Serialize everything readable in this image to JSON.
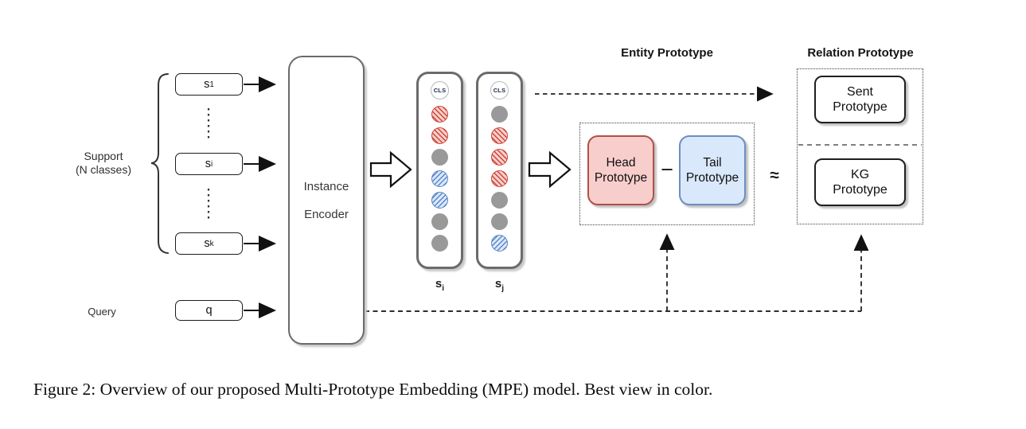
{
  "colors": {
    "red_fill": "#f8cecc",
    "red_stroke": "#b05048",
    "red_hatch": "#cc4637",
    "blue_fill": "#dae8fc",
    "blue_stroke": "#6c8ebf",
    "blue_hatch": "#5b87c5",
    "gray": "#999999"
  },
  "left": {
    "support_line1": "Support",
    "support_line2": "(N classes)",
    "query_label": "Query",
    "boxes": [
      {
        "base": "s",
        "sub": "1"
      },
      {
        "base": "s",
        "sub": "i"
      },
      {
        "base": "s",
        "sub": "k"
      }
    ],
    "query_box": {
      "base": "q",
      "sub": ""
    }
  },
  "encoder": {
    "line1": "Instance",
    "line2": "Encoder"
  },
  "embeddings": {
    "columns": [
      {
        "cls": "CLS",
        "tokens": [
          "red",
          "red",
          "gray",
          "blue",
          "blue",
          "gray",
          "gray"
        ],
        "label_base": "s",
        "label_sub": "i"
      },
      {
        "cls": "CLS",
        "tokens": [
          "gray",
          "red",
          "red",
          "red",
          "gray",
          "gray",
          "blue"
        ],
        "label_base": "s",
        "label_sub": "j"
      }
    ]
  },
  "entity": {
    "title": "Entity Prototype",
    "head_line1": "Head",
    "head_line2": "Prototype",
    "operator": "−",
    "tail_line1": "Tail",
    "tail_line2": "Prototype",
    "approx": "≈"
  },
  "relation": {
    "title": "Relation Prototype",
    "sent_line1": "Sent",
    "sent_line2": "Prototype",
    "kg_line1": "KG",
    "kg_line2": "Prototype"
  },
  "caption": "Figure 2: Overview of our proposed Multi-Prototype Embedding (MPE) model. Best view in color."
}
